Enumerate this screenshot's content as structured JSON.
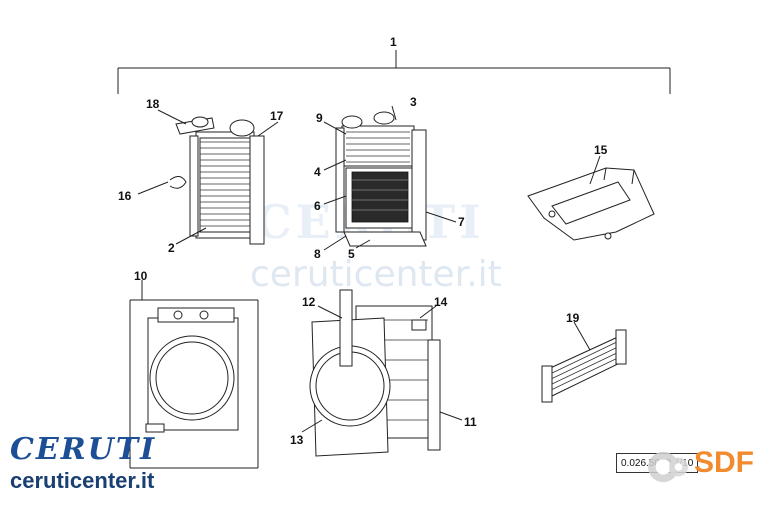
{
  "diagram": {
    "callouts": {
      "c1": "1",
      "c2": "2",
      "c3": "3",
      "c4": "4",
      "c5": "5",
      "c6": "6",
      "c7": "7",
      "c8": "8",
      "c9": "9",
      "c10": "10",
      "c11": "11",
      "c12": "12",
      "c13": "13",
      "c14": "14",
      "c15": "15",
      "c16": "16",
      "c17": "17",
      "c18": "18",
      "c19": "19"
    },
    "reference_code": "0.026.5040.4/10"
  },
  "watermark": {
    "brand_text": "CERUTI",
    "url_text": "ceruticenter.it"
  },
  "branding": {
    "logo_text": "CERUTI",
    "url_text": "ceruticenter.it",
    "sdf_text": "SDF",
    "logo_color": "#1d4f96",
    "sdf_color": "#f28a2e"
  }
}
